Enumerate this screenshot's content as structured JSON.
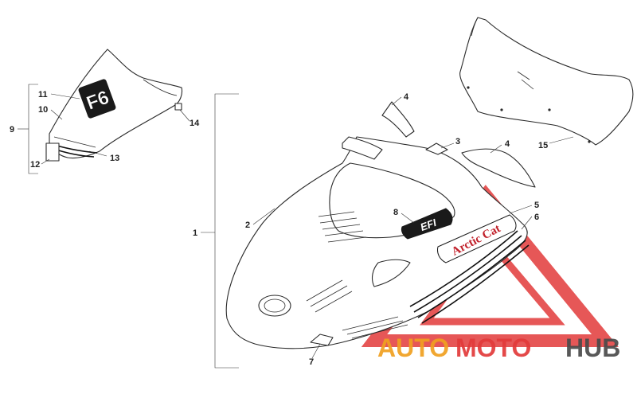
{
  "callouts": {
    "c1": "1",
    "c2": "2",
    "c3": "3",
    "c4a": "4",
    "c4b": "4",
    "c5": "5",
    "c6": "6",
    "c7": "7",
    "c8": "8",
    "c9": "9",
    "c10": "10",
    "c11": "11",
    "c12": "12",
    "c13": "13",
    "c14": "14",
    "c15": "15"
  },
  "decals": {
    "f6": "F6",
    "efi": "EFI",
    "arctic_cat": "Arctic Cat"
  },
  "watermark": {
    "part1": "AUTO",
    "part2": "MOTO",
    "part3": "HUB",
    "color_triangle": "#e23a3a",
    "color_auto": "#f0a020",
    "color_moto": "#e23a3a",
    "color_hub": "#4a4a4a"
  }
}
